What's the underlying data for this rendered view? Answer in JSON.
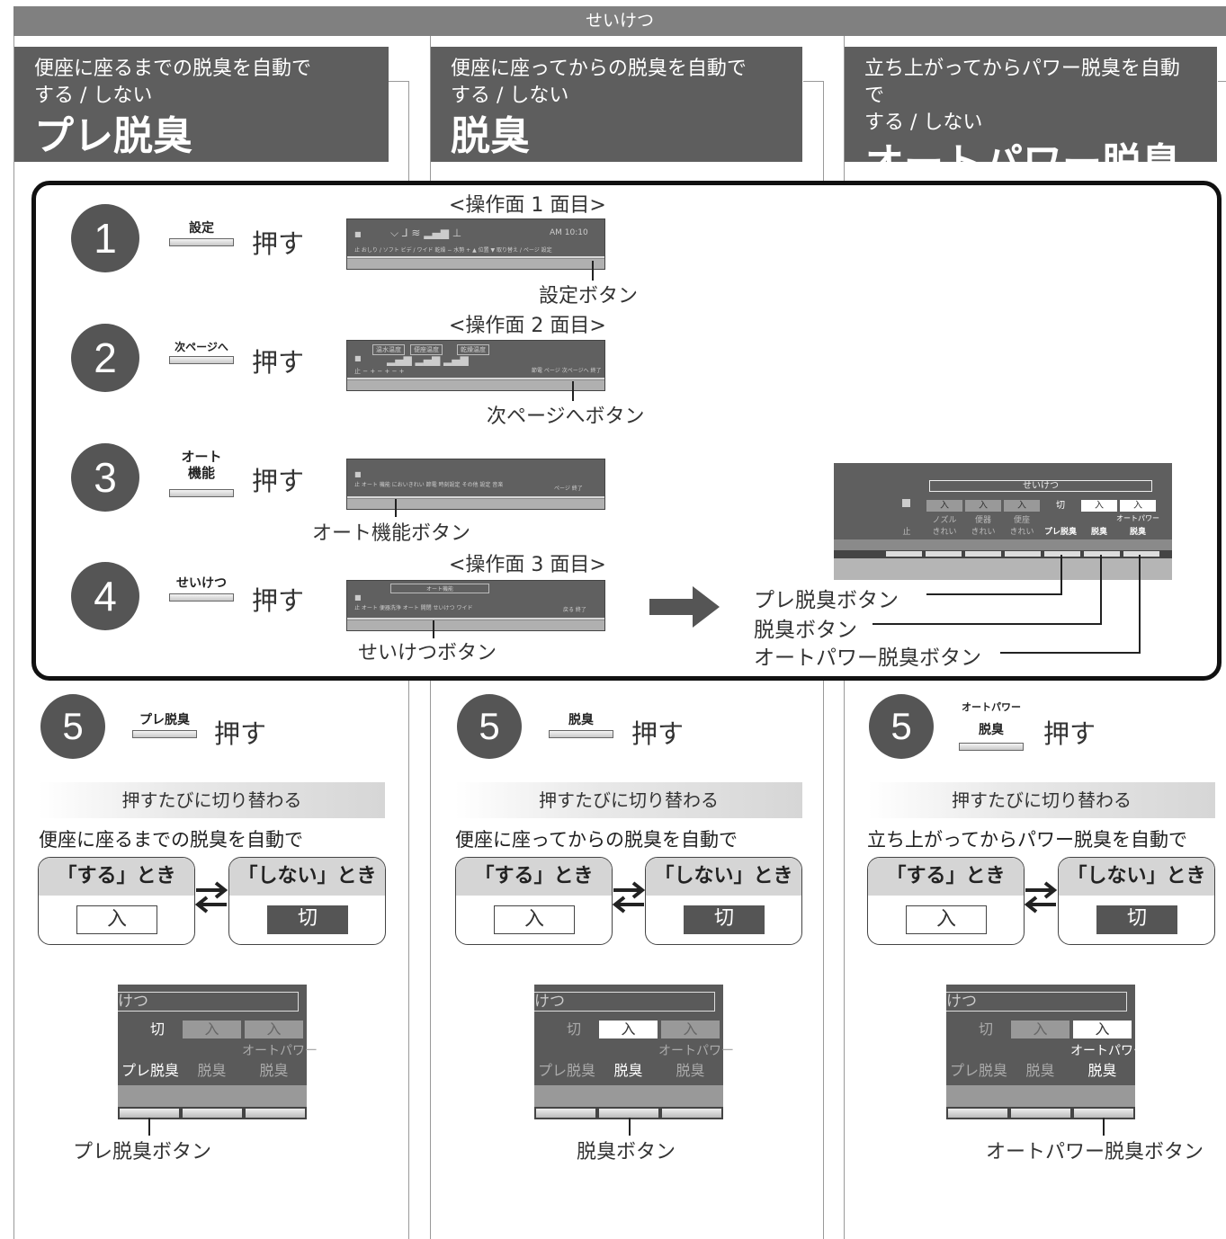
{
  "top_title": "せいけつ",
  "columns": [
    {
      "sub1": "便座に座るまでの脱臭を自動で",
      "sub2": "する / しない",
      "title": "プレ脱臭"
    },
    {
      "sub1": "便座に座ってからの脱臭を自動で",
      "sub2": "する / しない",
      "title": "脱臭"
    },
    {
      "sub1": "立ち上がってからパワー脱臭を自動で",
      "sub2": "する / しない",
      "title": "オートパワー脱臭"
    }
  ],
  "steps": [
    {
      "num": "1",
      "key": "設定",
      "action": "押す",
      "screen": "<操作面 1 面目>",
      "callout": "設定ボタン"
    },
    {
      "num": "2",
      "key": "次ページへ",
      "action": "押す",
      "screen": "<操作面 2 面目>",
      "callout": "次ページへボタン"
    },
    {
      "num": "3",
      "key1": "オート",
      "key2": "機能",
      "action": "押す",
      "callout": "オート機能ボタン"
    },
    {
      "num": "4",
      "key": "せいけつ",
      "action": "押す",
      "screen": "<操作面 3 面目>",
      "callout": "せいけつボタン"
    }
  ],
  "panel1": {
    "time": "AM 10:10",
    "labels": "止   おしり / ソフト   ビデ / ワイド   乾燥   − 水勢 +   ▲ 位置 ▼   取り替え / ページ   設定",
    "setting": "設定"
  },
  "panel2": {
    "tabs": [
      "温水温度",
      "便座温度",
      "乾燥温度"
    ],
    "labels": "止   −   +   −   +   −   +",
    "right": "節電 ページ   次ページへ   終了"
  },
  "panel3": {
    "labels": "止   オート 機能   においきれい   節電   時刻設定   その他 設定   音楽",
    "right": "ページ   終了"
  },
  "panel4": {
    "tab": "オート機能",
    "labels": "止   オート 便器洗浄   オート 開閉   せいけつ   ワイド",
    "right": "戻る   終了"
  },
  "big_panel": {
    "title": "せいけつ",
    "cells": [
      "入",
      "入",
      "入",
      "切",
      "入",
      "入"
    ],
    "row2": [
      "ノズル",
      "便器",
      "便座",
      "",
      "",
      "オートパワー"
    ],
    "row3": [
      "止",
      "きれい",
      "きれい",
      "きれい",
      "プレ脱臭",
      "脱臭",
      "脱臭"
    ]
  },
  "menu": [
    "プレ脱臭ボタン",
    "脱臭ボタン",
    "オートパワー脱臭ボタン"
  ],
  "step5": [
    {
      "num": "5",
      "key1": "",
      "key2": "プレ脱臭",
      "action": "押す",
      "band": "押すたびに切り替わる",
      "desc": "便座に座るまでの脱臭を自動で",
      "on_head": "「する」とき",
      "on_val": "入",
      "off_head": "「しない」とき",
      "off_val": "切",
      "sp": {
        "title": "けつ",
        "c1": "切",
        "c2": "入",
        "c3": "入",
        "l3": "オートパワー",
        "b1": "プレ脱臭",
        "b2": "脱臭",
        "b3": "脱臭"
      },
      "callout": "プレ脱臭ボタン"
    },
    {
      "num": "5",
      "key1": "",
      "key2": "脱臭",
      "action": "押す",
      "band": "押すたびに切り替わる",
      "desc": "便座に座ってからの脱臭を自動で",
      "on_head": "「する」とき",
      "on_val": "入",
      "off_head": "「しない」とき",
      "off_val": "切",
      "sp": {
        "title": "けつ",
        "c1": "切",
        "c2": "入",
        "c3": "入",
        "l3": "オートパワー",
        "b1": "プレ脱臭",
        "b2": "脱臭",
        "b3": "脱臭"
      },
      "callout": "脱臭ボタン"
    },
    {
      "num": "5",
      "key1": "オートパワー",
      "key2": "脱臭",
      "action": "押す",
      "band": "押すたびに切り替わる",
      "desc": "立ち上がってからパワー脱臭を自動で",
      "on_head": "「する」とき",
      "on_val": "入",
      "off_head": "「しない」とき",
      "off_val": "切",
      "sp": {
        "title": "けつ",
        "c1": "切",
        "c2": "入",
        "c3": "入",
        "l3": "オートパワー",
        "b1": "プレ脱臭",
        "b2": "脱臭",
        "b3": "脱臭"
      },
      "callout": "オートパワー脱臭ボタン"
    }
  ]
}
